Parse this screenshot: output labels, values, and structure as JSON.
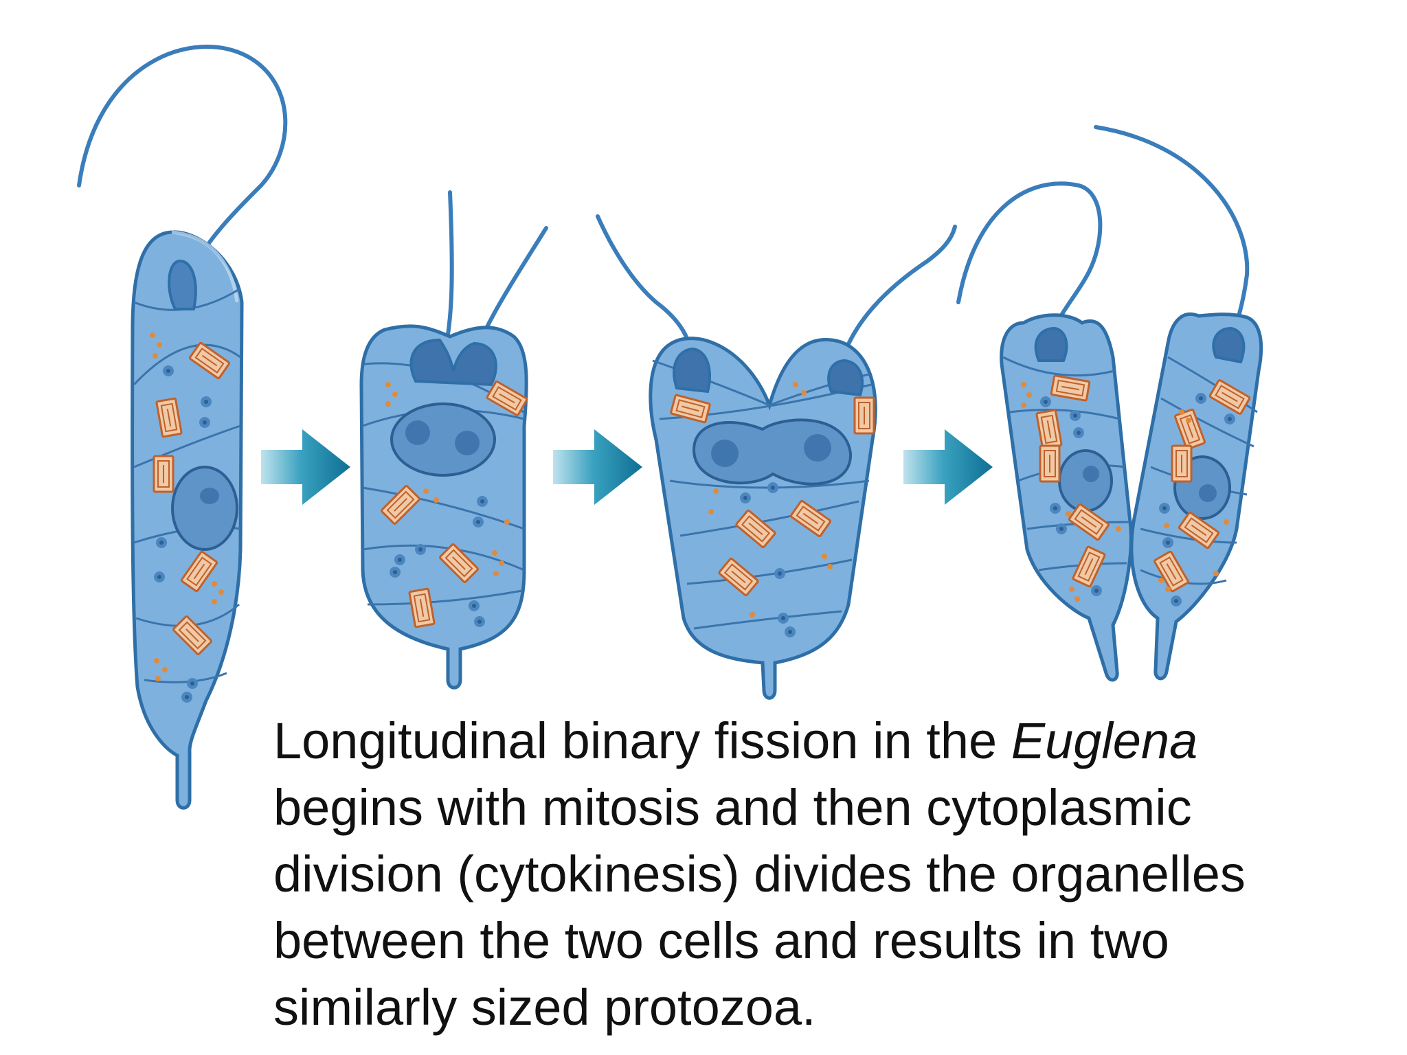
{
  "caption": {
    "line1_before": "Longitudinal binary fission in the ",
    "line1_italic": "Euglena",
    "line2": "begins with mitosis and then cytoplasmic",
    "line3": "division (cytokinesis) divides the organelles",
    "line4": "between the two cells and results in two",
    "line5": "similarly sized protozoa."
  },
  "colors": {
    "cell_fill": "#7fb1de",
    "cell_stroke": "#2f6fa8",
    "nucleus": "#5f94c8",
    "chloroplast": "#d07a3f",
    "arrow": "#1a8aa8",
    "text": "#111111"
  },
  "stages": [
    {
      "name": "single-euglena"
    },
    {
      "name": "dividing-flagella"
    },
    {
      "name": "cleavage-furrow"
    },
    {
      "name": "two-daughter-cells"
    }
  ]
}
